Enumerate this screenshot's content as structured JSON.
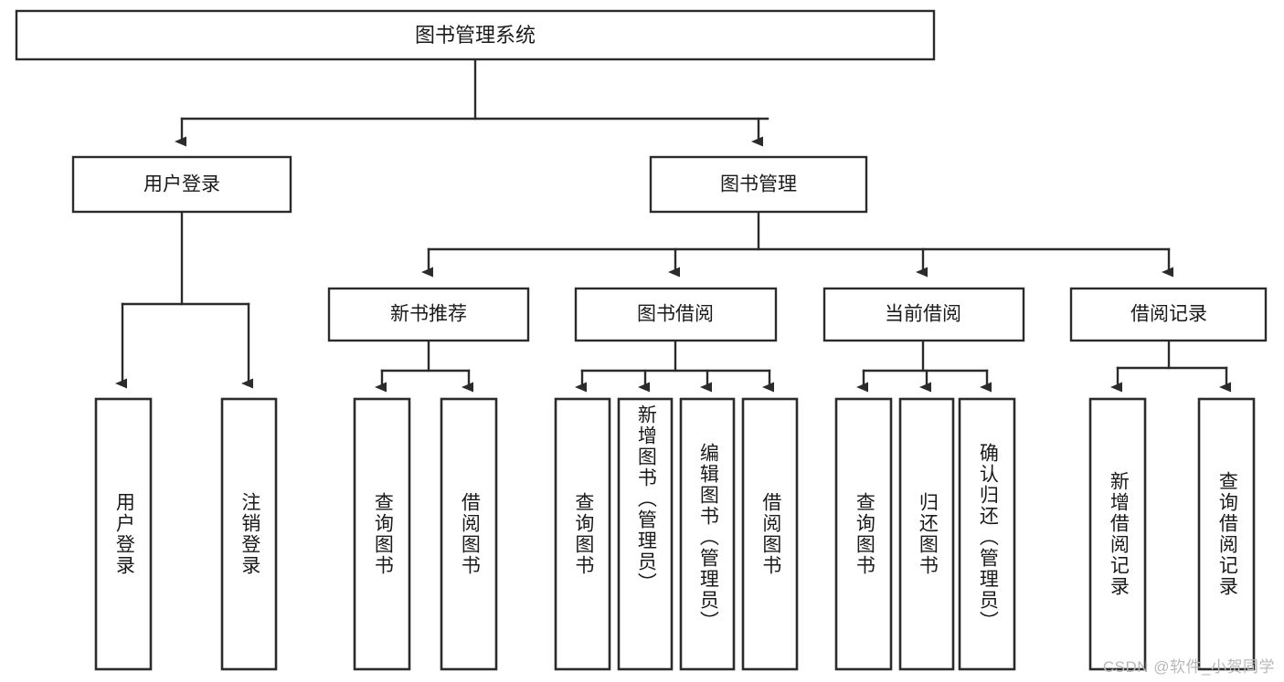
{
  "diagram": {
    "type": "tree",
    "title": "图书管理系统",
    "root": {
      "id": "root",
      "label": "图书管理系统"
    },
    "level2": [
      {
        "id": "user-login",
        "label": "用户登录"
      },
      {
        "id": "book-manage",
        "label": "图书管理"
      }
    ],
    "level3": [
      {
        "id": "new-book-recommend",
        "label": "新书推荐",
        "parent": "book-manage"
      },
      {
        "id": "book-borrow",
        "label": "图书借阅",
        "parent": "book-manage"
      },
      {
        "id": "current-borrow",
        "label": "当前借阅",
        "parent": "book-manage"
      },
      {
        "id": "borrow-record",
        "label": "借阅记录",
        "parent": "book-manage"
      }
    ],
    "leaves": [
      {
        "id": "leaf-user-login",
        "label": "用户登录",
        "parent": "user-login"
      },
      {
        "id": "leaf-user-logout",
        "label": "注销登录",
        "parent": "user-login"
      },
      {
        "id": "leaf-query-book-1",
        "label": "查询图书",
        "parent": "new-book-recommend"
      },
      {
        "id": "leaf-borrow-book-1",
        "label": "借阅图书",
        "parent": "new-book-recommend"
      },
      {
        "id": "leaf-query-book-2",
        "label": "查询图书",
        "parent": "book-borrow"
      },
      {
        "id": "leaf-add-book",
        "label": "新增图书（管理员）",
        "parent": "book-borrow"
      },
      {
        "id": "leaf-edit-book",
        "label": "编辑图书（管理员）",
        "parent": "book-borrow"
      },
      {
        "id": "leaf-borrow-book-2",
        "label": "借阅图书",
        "parent": "book-borrow"
      },
      {
        "id": "leaf-query-book-3",
        "label": "查询图书",
        "parent": "current-borrow"
      },
      {
        "id": "leaf-return-book",
        "label": "归还图书",
        "parent": "current-borrow"
      },
      {
        "id": "leaf-confirm-return",
        "label": "确认归还（管理员）",
        "parent": "current-borrow"
      },
      {
        "id": "leaf-add-record",
        "label": "新增借阅记录",
        "parent": "borrow-record"
      },
      {
        "id": "leaf-query-record",
        "label": "查询借阅记录",
        "parent": "borrow-record"
      }
    ],
    "colors": {
      "stroke": "#2b2b2b",
      "fill": "#ffffff",
      "text": "#1a1a1a",
      "watermark": "#b8b8b8"
    }
  },
  "watermark": {
    "text": "CSDN @软件_小贺同学"
  }
}
